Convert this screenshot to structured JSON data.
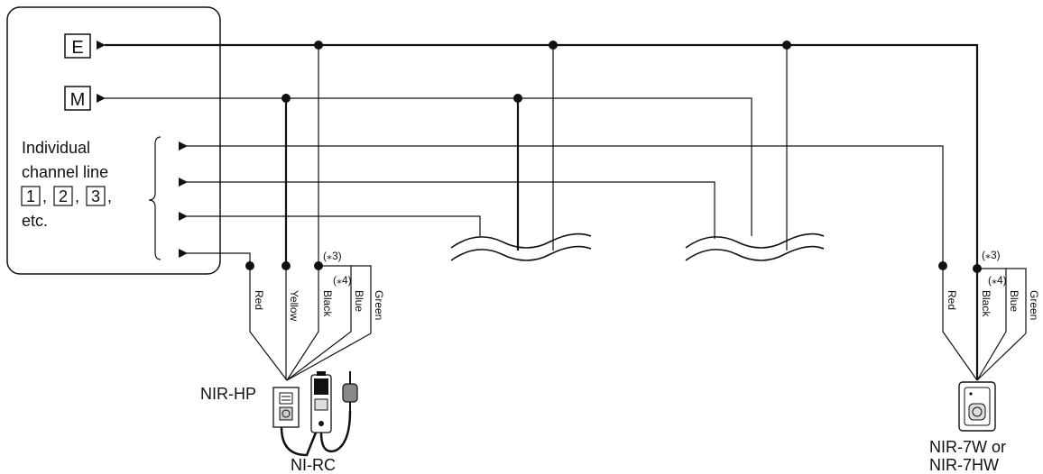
{
  "panel": {
    "terminal_e": "E",
    "terminal_m": "M",
    "channel_text_1": "Individual",
    "channel_text_2": "channel line",
    "channel_num_1": "1",
    "channel_num_2": "2",
    "channel_num_3": "3",
    "channel_text_3": "etc."
  },
  "left_station": {
    "wires": [
      "Red",
      "Yellow",
      "Black",
      "Blue",
      "Green"
    ],
    "note_3": "(⁎3)",
    "note_4": "(⁎4)",
    "device_1": "NIR-HP",
    "device_2": "NI-RC"
  },
  "right_station": {
    "wires": [
      "Red",
      "Black",
      "Blue",
      "Green"
    ],
    "note_3": "(⁎3)",
    "note_4": "(⁎4)",
    "device_line_1": "NIR-7W or",
    "device_line_2": "NIR-7HW"
  }
}
